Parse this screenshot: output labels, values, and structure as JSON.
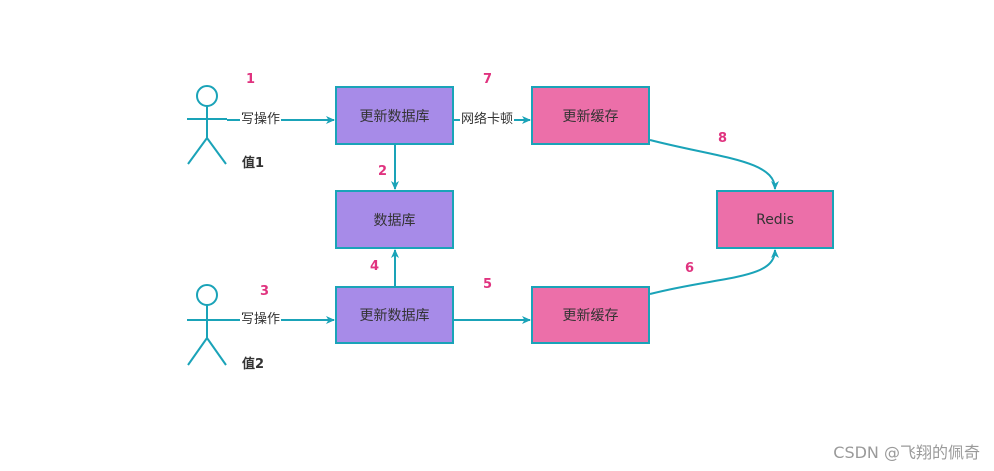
{
  "actors": [
    {
      "id": "actor-1",
      "label": "值1"
    },
    {
      "id": "actor-2",
      "label": "值2"
    }
  ],
  "nodes": {
    "update_db_1": "更新数据库",
    "update_cache_1": "更新缓存",
    "database": "数据库",
    "update_db_2": "更新数据库",
    "update_cache_2": "更新缓存",
    "redis": "Redis"
  },
  "edge_labels": {
    "write_1": "写操作",
    "network_lag": "网络卡顿",
    "write_2": "写操作"
  },
  "steps": [
    "1",
    "2",
    "3",
    "4",
    "5",
    "6",
    "7",
    "8"
  ],
  "colors": {
    "stroke": "#1aa3b8",
    "db_fill": "#a78be8",
    "cache_fill": "#ec6fa9",
    "step_number": "#e0337f"
  },
  "watermark": "CSDN @飞翔的佩奇"
}
